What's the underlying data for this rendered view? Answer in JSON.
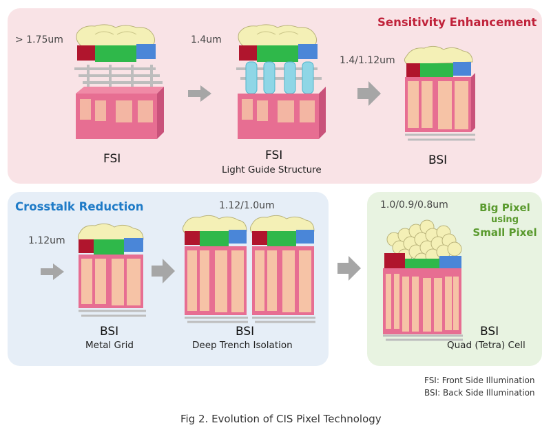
{
  "titles": {
    "sensitivity": "Sensitivity Enhancement",
    "crosstalk": "Crosstalk Reduction",
    "bigpixel": [
      "Big Pixel",
      "using",
      "Small Pixel"
    ]
  },
  "stages": [
    {
      "size": "> 1.75um",
      "type": "FSI",
      "desc": ""
    },
    {
      "size": "1.4um",
      "type": "FSI",
      "desc": "Light Guide Structure"
    },
    {
      "size": "1.4/1.12um",
      "type": "BSI",
      "desc": ""
    },
    {
      "size": "1.12um",
      "type": "BSI",
      "desc": "Metal Grid"
    },
    {
      "size": "1.12/1.0um",
      "type": "BSI",
      "desc": "Deep Trench  Isolation"
    },
    {
      "size": "1.0/0.9/0.8um",
      "type": "BSI",
      "desc": "Quad (Tetra) Cell"
    }
  ],
  "legend": [
    "FSI: Front Side Illumination",
    "BSI: Back Side Illumination"
  ],
  "caption": "Fig 2. Evolution of CIS Pixel Technology",
  "colors": {
    "red": "#b0152d",
    "green": "#2fb84a",
    "blue": "#4a86d8",
    "lens": "#f4f0b6",
    "substrate": "#e76e92",
    "photodiode": "#f6c3a6",
    "arrow": "#a6a6a6",
    "lightguide": "#8fd6e6"
  }
}
